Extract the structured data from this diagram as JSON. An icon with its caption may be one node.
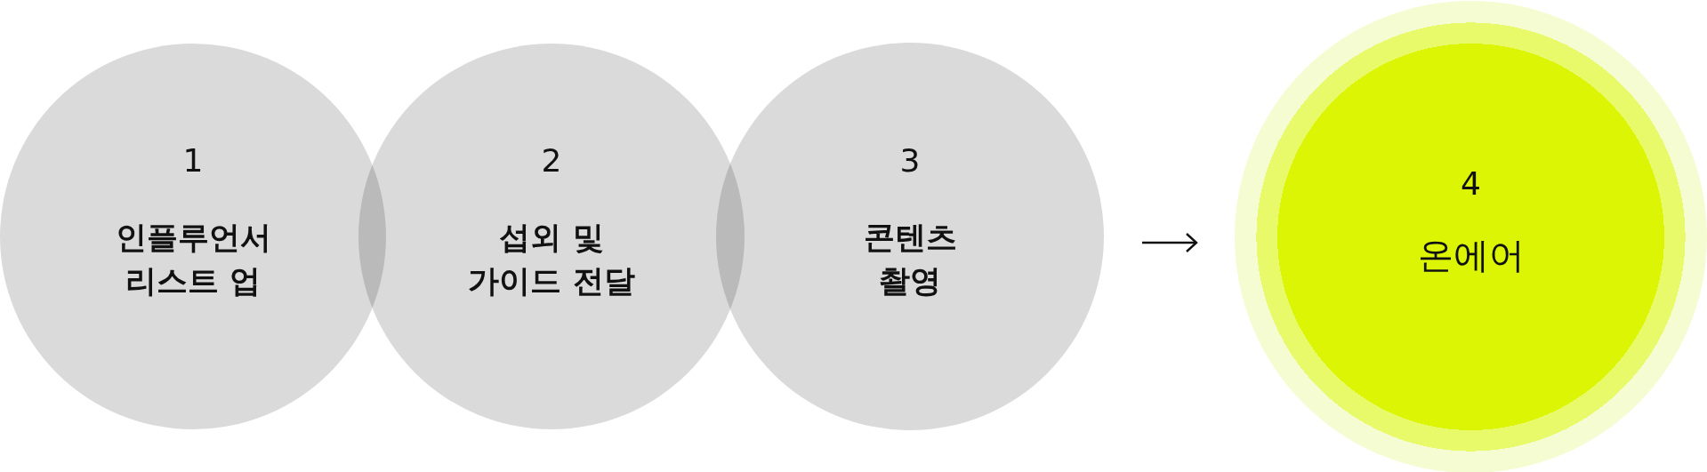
{
  "diagram": {
    "nodes": [
      {
        "text": [
          "1",
          "인플루언서 리스트 업"
        ]
      },
      {
        "text": [
          "2",
          "섭외 및 가이드 전달"
        ]
      },
      {
        "text": [
          "3",
          "콘텐츠 촬영"
        ]
      },
      {
        "text": [
          "4",
          "온에어"
        ]
      }
    ],
    "edges": [
      {
        "from": 2,
        "to": 3,
        "arrow": "to"
      }
    ]
  }
}
